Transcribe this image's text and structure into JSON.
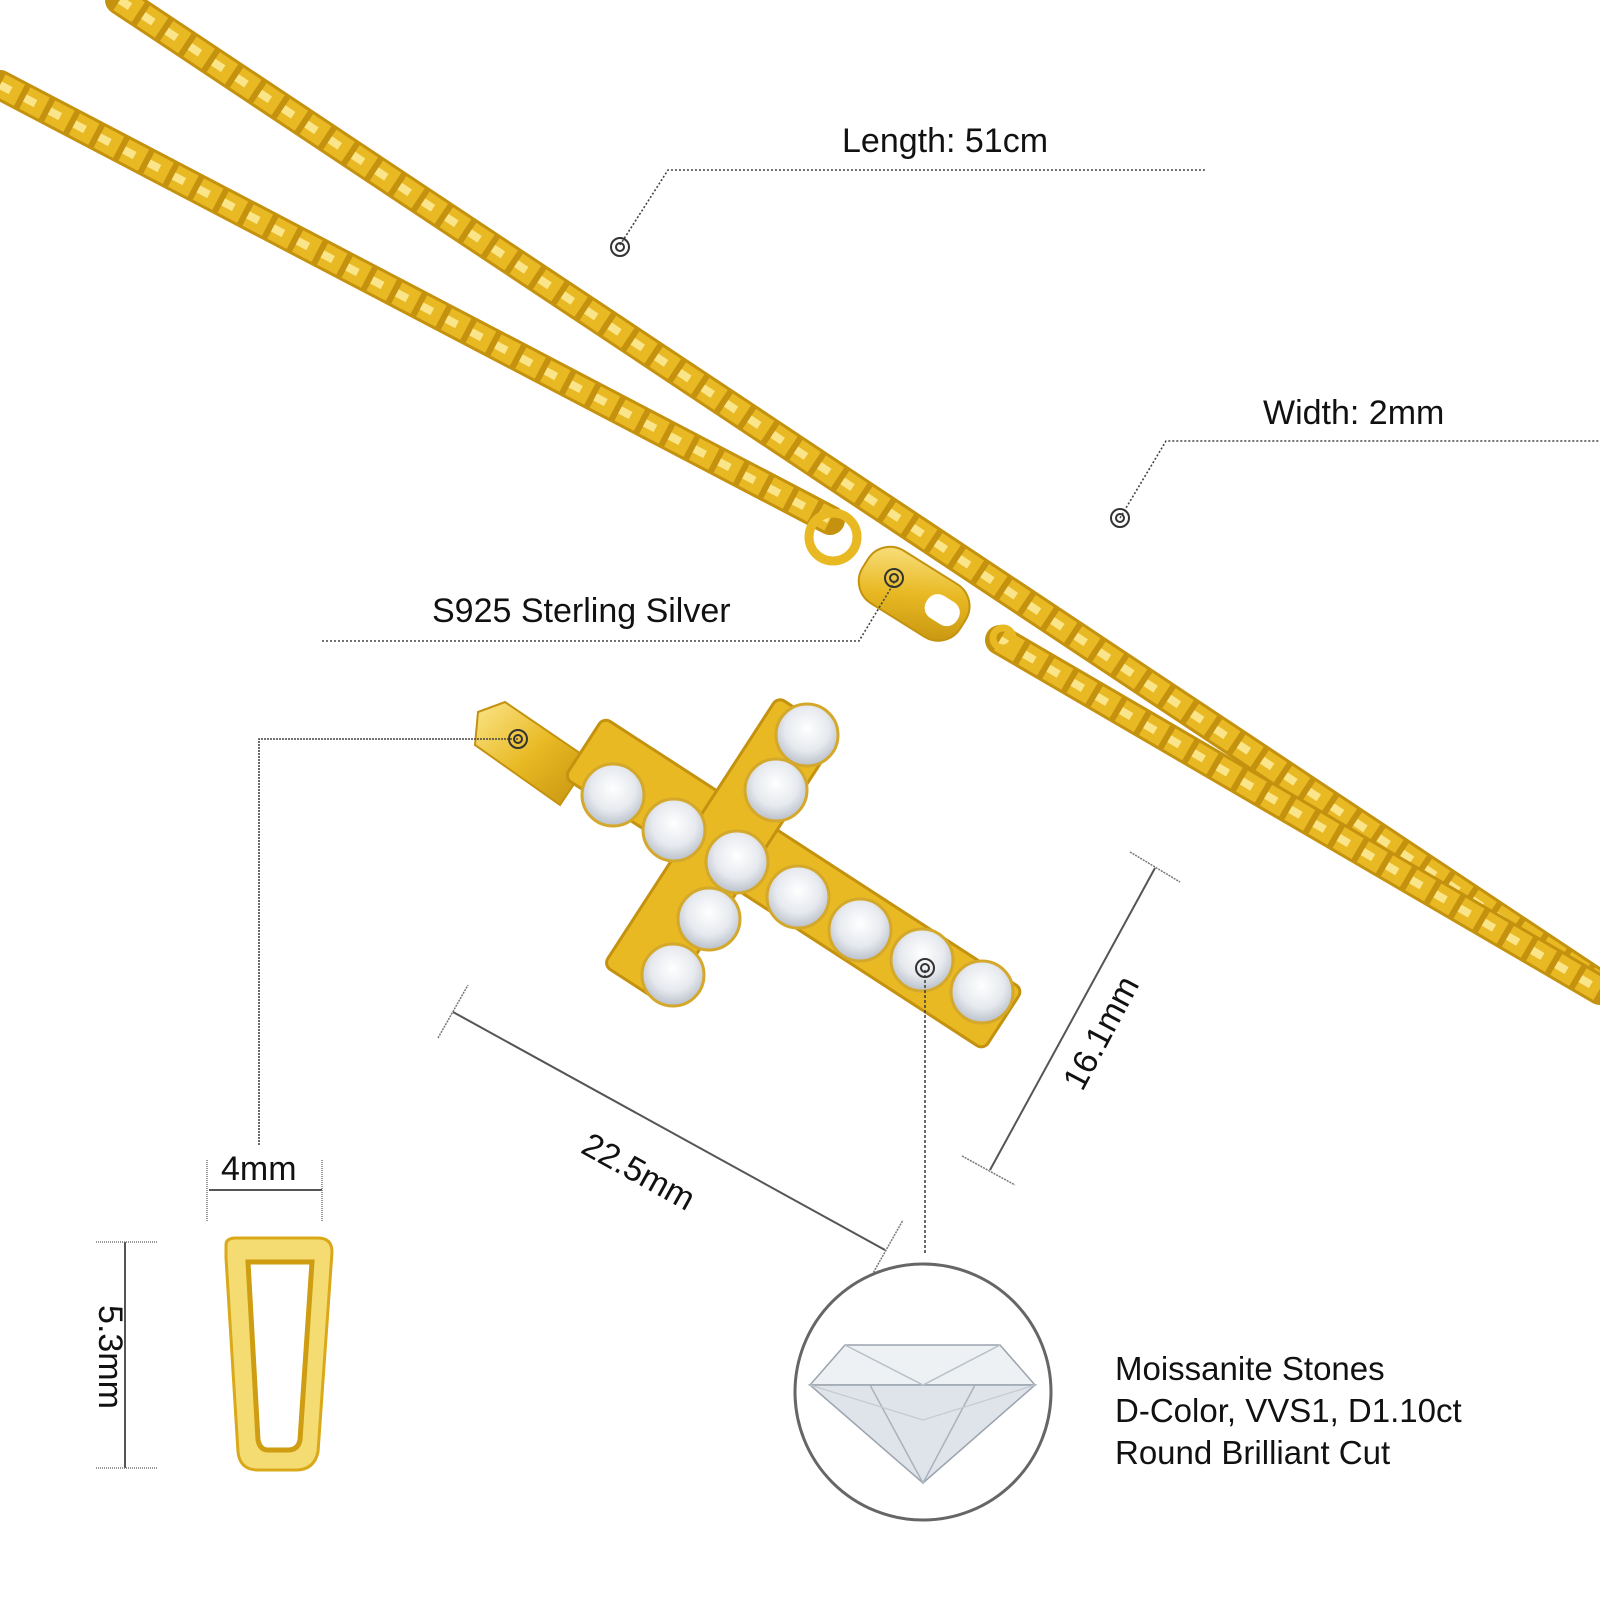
{
  "callouts": {
    "length": "Length: 51cm",
    "width": "Width: 2mm",
    "material": "S925 Sterling Silver"
  },
  "dimensions": {
    "pendant_width": "22.5mm",
    "pendant_height": "16.1mm",
    "bail_width": "4mm",
    "bail_height": "5.3mm"
  },
  "stone_specs": {
    "line1": "Moissanite Stones",
    "line2": "D-Color, VVS1, D1.10ct",
    "line3": "Round Brilliant Cut"
  },
  "colors": {
    "gold": "#E8B923",
    "gold_light": "#F6DA6A",
    "gold_dark": "#C4920F",
    "line": "#555555",
    "text": "#111111",
    "background": "#FFFFFF"
  }
}
